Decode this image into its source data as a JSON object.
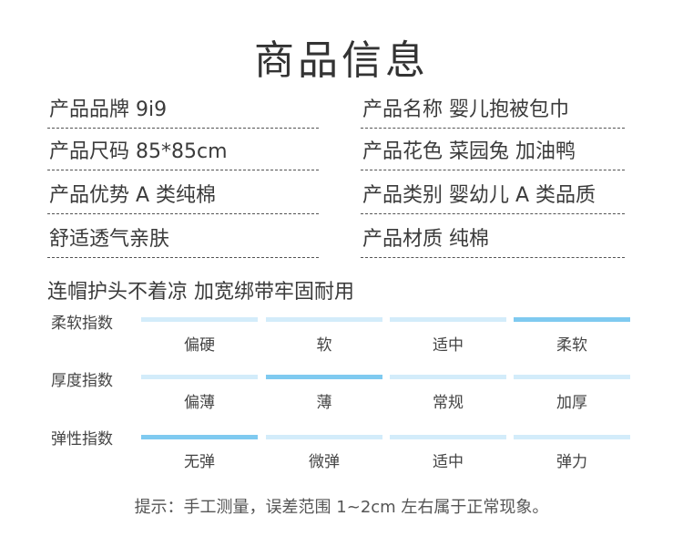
{
  "title": "商品信息",
  "specs": [
    {
      "left": "产品品牌  9i9",
      "right": "产品名称  婴儿抱被包巾"
    },
    {
      "left": "产品尺码  85*85cm",
      "right": "产品花色  菜园兔  加油鸭"
    },
    {
      "left": "产品优势  A 类纯棉",
      "right": "产品类别  婴幼儿 A 类品质"
    },
    {
      "left": "舒适透气亲肤",
      "right": "产品材质  纯棉"
    }
  ],
  "feature_line": "连帽护头不着凉  加宽绑带牢固耐用",
  "metrics": [
    {
      "label": "柔软指数",
      "options": [
        "偏硬",
        "软",
        "适中",
        "柔软"
      ],
      "selected_index": 3
    },
    {
      "label": "厚度指数",
      "options": [
        "偏薄",
        "薄",
        "常规",
        "加厚"
      ],
      "selected_index": 1
    },
    {
      "label": "弹性指数",
      "options": [
        "无弹",
        "微弹",
        "适中",
        "弹力"
      ],
      "selected_index": 0
    }
  ],
  "note": "提示：手工测量，误差范围 1~2cm 左右属于正常现象。",
  "colors": {
    "bar_inactive": "#d3ecfa",
    "bar_active": "#7fcaf0"
  }
}
